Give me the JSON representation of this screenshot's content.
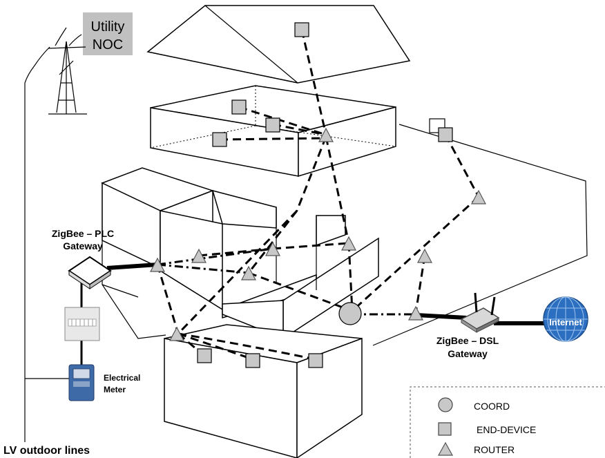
{
  "labels": {
    "utility_noc_line1": "Utility",
    "utility_noc_line2": "NOC",
    "plc_gateway_line1": "ZigBee – PLC",
    "plc_gateway_line2": "Gateway",
    "dsl_gateway_line1": "ZigBee – DSL",
    "dsl_gateway_line2": "Gateway",
    "meter_line1": "Electrical",
    "meter_line2": "Meter",
    "lv_lines": "LV outdoor lines",
    "internet": "Internet"
  },
  "legend": {
    "items": [
      {
        "shape": "circle",
        "label": "COORD"
      },
      {
        "shape": "square",
        "label": "END-DEVICE"
      },
      {
        "shape": "triangle",
        "label": "ROUTER"
      }
    ]
  },
  "colors": {
    "node_fill": "#c8c8c8",
    "noc_box": "#c0c0c0",
    "globe": "#2c6fc0"
  }
}
